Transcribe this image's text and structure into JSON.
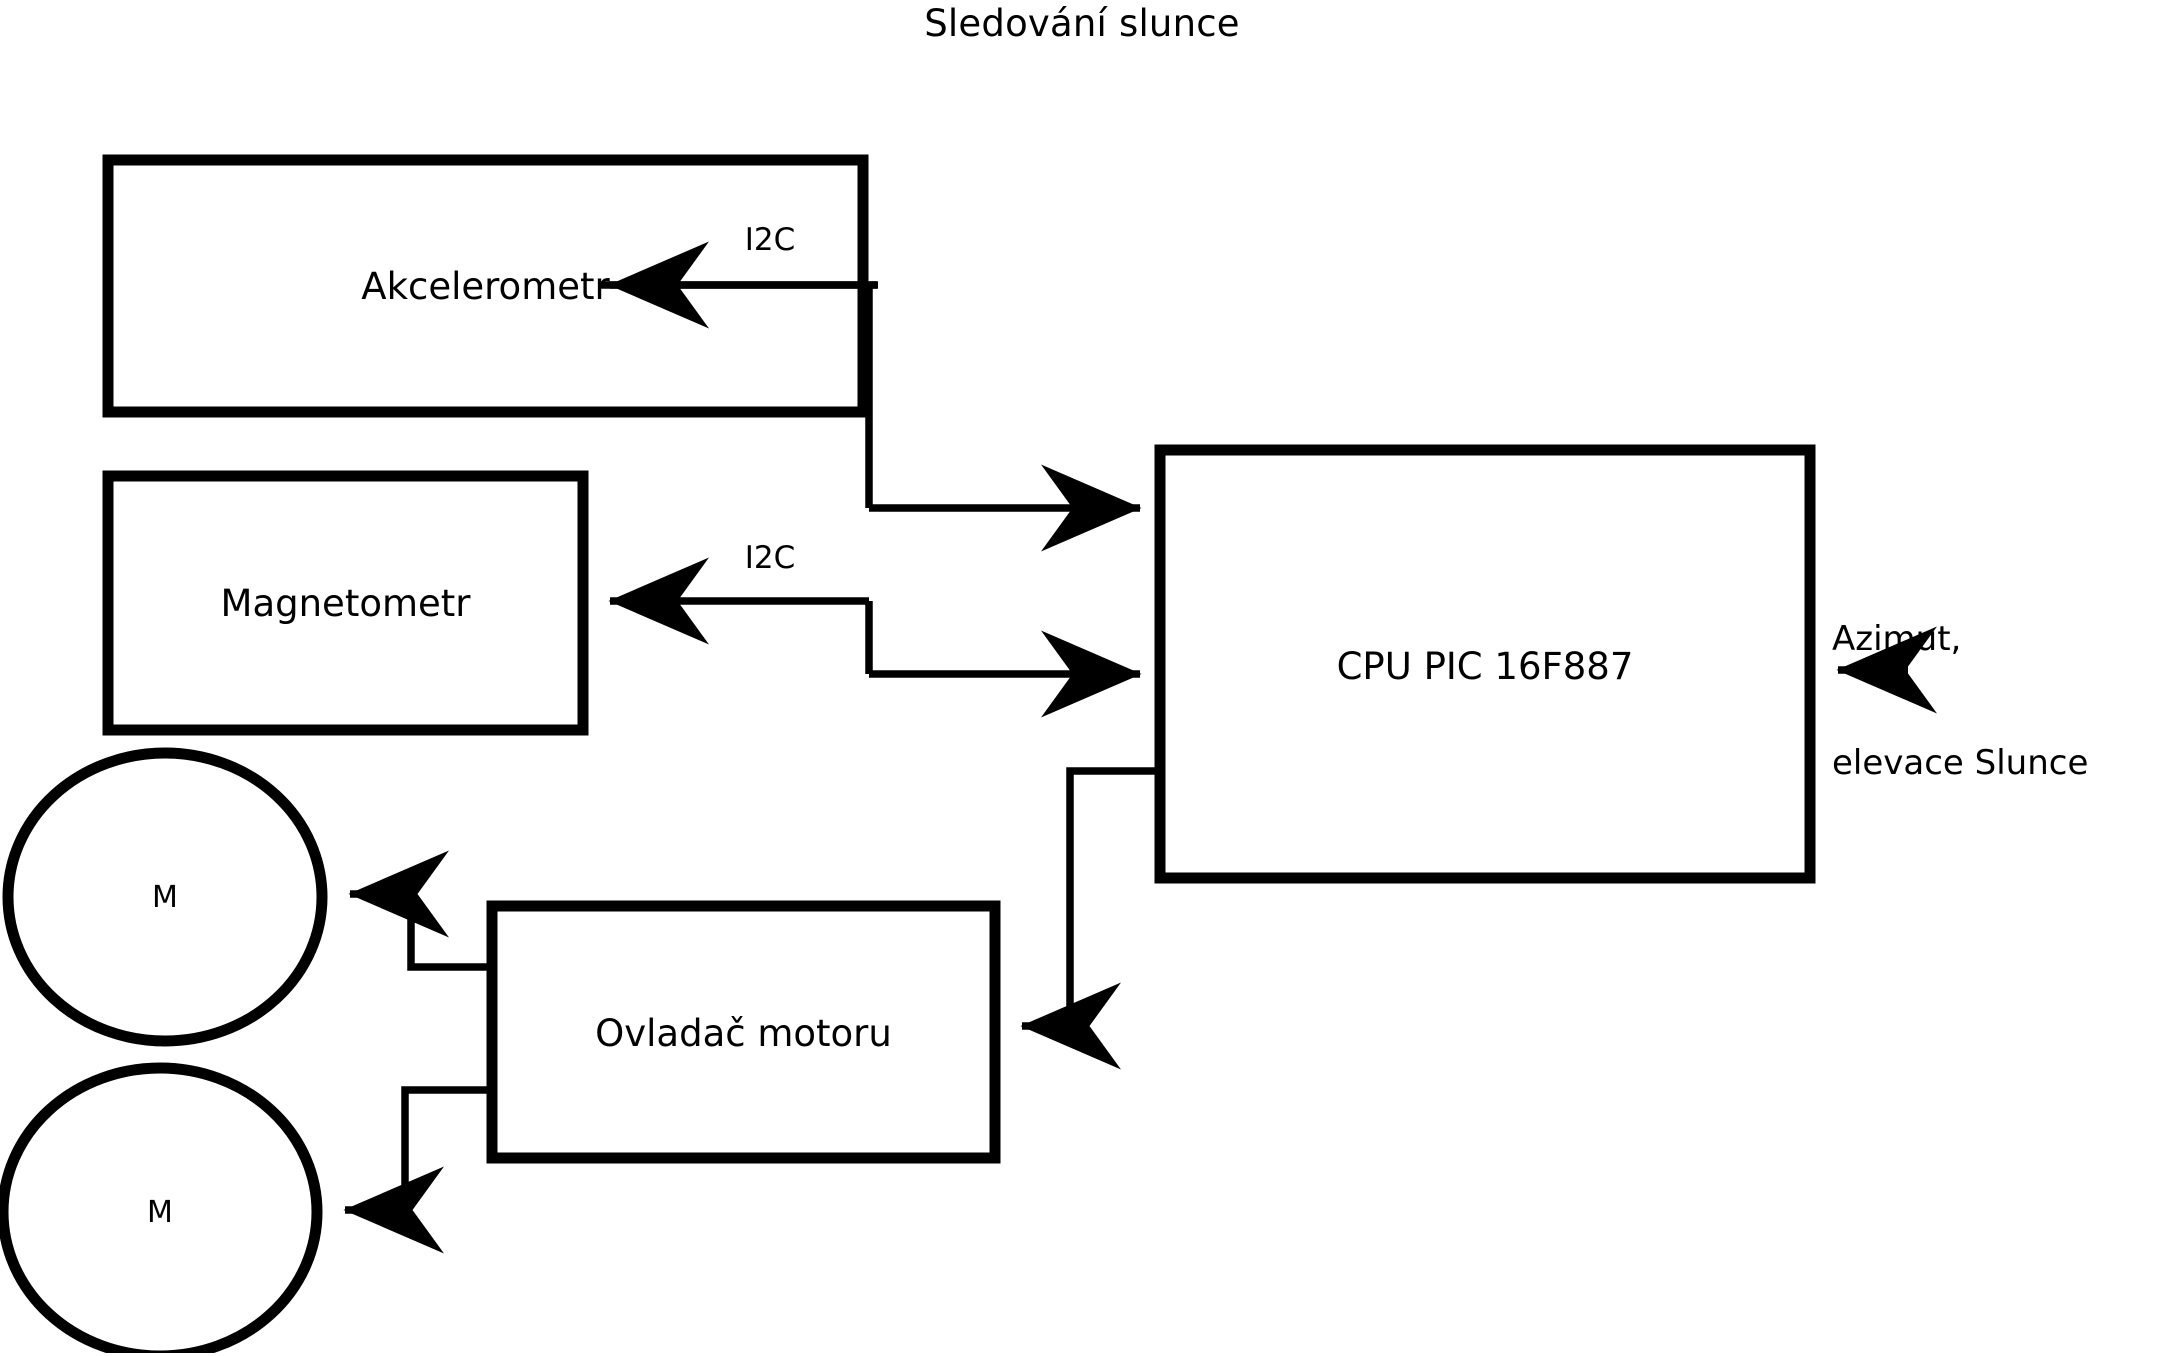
{
  "title": "Sledování slunce",
  "diagram": {
    "type": "block-diagram",
    "background_color": "#ffffff",
    "stroke_color": "#000000",
    "nodes": [
      {
        "id": "accelerometer",
        "shape": "rectangle",
        "label": "Akcelerometr"
      },
      {
        "id": "magnetometer",
        "shape": "rectangle",
        "label": "Magnetometr"
      },
      {
        "id": "cpu",
        "shape": "rectangle",
        "label": "CPU PIC 16F887"
      },
      {
        "id": "motor-driver",
        "shape": "rectangle",
        "label": "Ovladač motoru"
      },
      {
        "id": "motor-1",
        "shape": "ellipse",
        "label": "M"
      },
      {
        "id": "motor-2",
        "shape": "ellipse",
        "label": "M"
      }
    ],
    "edge_labels": [
      {
        "id": "i2c-accelerometer",
        "label": "I2C"
      },
      {
        "id": "i2c-magnetometer",
        "label": "I2C"
      }
    ],
    "io_labels": [
      {
        "id": "sun-input",
        "line1": "Azimut,",
        "line2": "elevace Slunce"
      }
    ],
    "connections": [
      {
        "from": "cpu",
        "to": "accelerometer",
        "label": "I2C",
        "direction": "to-accelerometer"
      },
      {
        "from": "accelerometer",
        "to": "cpu",
        "label": "I2C",
        "direction": "to-cpu"
      },
      {
        "from": "cpu",
        "to": "magnetometer",
        "label": "I2C",
        "direction": "to-magnetometer"
      },
      {
        "from": "magnetometer",
        "to": "cpu",
        "label": "I2C",
        "direction": "to-cpu"
      },
      {
        "from": "sun-input",
        "to": "cpu",
        "label": "Azimut, elevace Slunce",
        "direction": "to-cpu"
      },
      {
        "from": "cpu",
        "to": "motor-driver",
        "label": "",
        "direction": "to-motor-driver"
      },
      {
        "from": "motor-driver",
        "to": "motor-1",
        "label": "",
        "direction": "to-motor-1"
      },
      {
        "from": "motor-driver",
        "to": "motor-2",
        "label": "",
        "direction": "to-motor-2"
      }
    ]
  }
}
